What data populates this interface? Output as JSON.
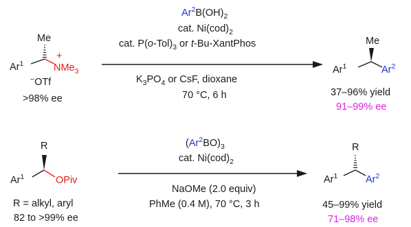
{
  "reaction1": {
    "sm": {
      "methyl": "Me",
      "ar_label": "Ar",
      "ar_sup": "1",
      "plus": "+",
      "amm_main": "NMe",
      "amm_sub": "3",
      "counter_minus": "−",
      "counter": "OTf",
      "ee": ">98% ee"
    },
    "conditions_above": {
      "boron_ar": "Ar",
      "boron_ar_sup": "2",
      "boron_rest": "B(OH)",
      "boron_sub": "2",
      "cat1_prefix": "cat. Ni(cod)",
      "cat1_sub": "2",
      "ligand_a": "cat. P(",
      "ligand_o": "o",
      "ligand_b": "-Tol)",
      "ligand_sub": "3",
      "ligand_c": " or ",
      "ligand_t": "t",
      "ligand_d": "-Bu-XantPhos"
    },
    "conditions_below": {
      "base_a": "K",
      "base_sub1": "3",
      "base_b": "PO",
      "base_sub2": "4",
      "base_c": " or CsF, dioxane",
      "temp": "70 °C, 6 h"
    },
    "product": {
      "methyl": "Me",
      "ar1": "Ar",
      "ar1_sup": "1",
      "ar2": "Ar",
      "ar2_sup": "2",
      "yield": "37–96% yield",
      "ee": "91–99% ee"
    }
  },
  "reaction2": {
    "sm": {
      "r_label": "R",
      "ar_label": "Ar",
      "ar_sup": "1",
      "opiv": "OPiv",
      "r_def": "R = alkyl, aryl",
      "ee": "82 to >99% ee"
    },
    "conditions_above": {
      "boroxine_a": "(",
      "boroxine_ar": "Ar",
      "boroxine_sup": "2",
      "boroxine_b": "BO)",
      "boroxine_sub": "3",
      "cat_prefix": "cat. Ni(cod)",
      "cat_sub": "2"
    },
    "conditions_below": {
      "base": "NaOMe (2.0 equiv)",
      "solvent": "PhMe (0.4 M), 70 °C, 3 h"
    },
    "product": {
      "r_label": "R",
      "ar1": "Ar",
      "ar1_sup": "1",
      "ar2": "Ar",
      "ar2_sup": "2",
      "yield": "45–99% yield",
      "ee": "71–98% ee"
    }
  },
  "colors": {
    "ammonium": "#e0201c",
    "aryl2": "#2233cc",
    "ee_highlight": "#e020e0",
    "leaving_group": "#e0201c"
  }
}
